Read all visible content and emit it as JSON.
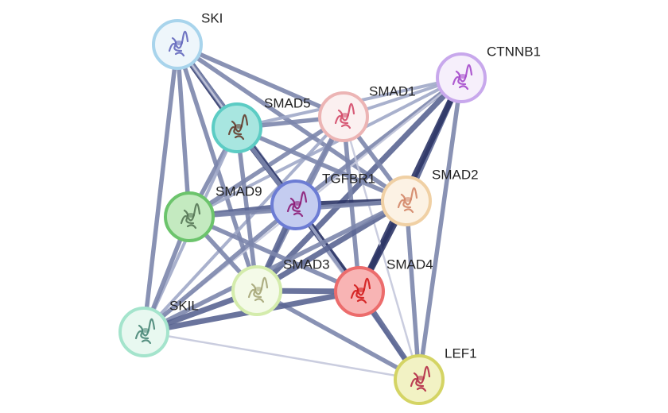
{
  "network": {
    "nodes": [
      {
        "id": "SKI",
        "label": "SKI",
        "ring": "#a8d4ec",
        "fill": "#eef6fb",
        "protein": "#5a5fb8"
      },
      {
        "id": "CTNNB1",
        "label": "CTNNB1",
        "ring": "#c8a8ec",
        "fill": "#f6effb",
        "protein": "#a040c8"
      },
      {
        "id": "SMAD1",
        "label": "SMAD1",
        "ring": "#ecb4b4",
        "fill": "#fbf0f0",
        "protein": "#d04060"
      },
      {
        "id": "SMAD5",
        "label": "SMAD5",
        "ring": "#5cccc4",
        "fill": "#a8e6e0",
        "protein": "#603020"
      },
      {
        "id": "TGFBR1",
        "label": "TGFBR1",
        "ring": "#6c7cd4",
        "fill": "#c4ccf0",
        "protein": "#8a1070"
      },
      {
        "id": "SMAD2",
        "label": "SMAD2",
        "ring": "#f0d0a4",
        "fill": "#fcf2e4",
        "protein": "#d08060"
      },
      {
        "id": "SMAD9",
        "label": "SMAD9",
        "ring": "#6cc46c",
        "fill": "#c4eac0",
        "protein": "#507050"
      },
      {
        "id": "SMAD3",
        "label": "SMAD3",
        "ring": "#d4ecac",
        "fill": "#f4fae8",
        "protein": "#a0a070"
      },
      {
        "id": "SMAD4",
        "label": "SMAD4",
        "ring": "#ec6c6c",
        "fill": "#f8b4b4",
        "protein": "#d01010"
      },
      {
        "id": "SKIL",
        "label": "SKIL",
        "ring": "#a4e4cc",
        "fill": "#e8f8f0",
        "protein": "#408070"
      },
      {
        "id": "LEF1",
        "label": "LEF1",
        "ring": "#d4d464",
        "fill": "#f2f2c4",
        "protein": "#b02040"
      }
    ],
    "edges": [
      [
        "SKI",
        "SMAD5",
        5
      ],
      [
        "SKI",
        "SMAD1",
        3
      ],
      [
        "SKI",
        "TGFBR1",
        4
      ],
      [
        "SKI",
        "SMAD2",
        3
      ],
      [
        "SKI",
        "SMAD9",
        3
      ],
      [
        "SKI",
        "SMAD3",
        3
      ],
      [
        "SKI",
        "SMAD4",
        3
      ],
      [
        "SKI",
        "SKIL",
        3
      ],
      [
        "SKI",
        "LEF1",
        1
      ],
      [
        "CTNNB1",
        "SMAD1",
        2
      ],
      [
        "CTNNB1",
        "SMAD5",
        2
      ],
      [
        "CTNNB1",
        "TGFBR1",
        3
      ],
      [
        "CTNNB1",
        "SMAD2",
        4
      ],
      [
        "CTNNB1",
        "SMAD3",
        4
      ],
      [
        "CTNNB1",
        "SMAD4",
        5
      ],
      [
        "CTNNB1",
        "LEF1",
        3
      ],
      [
        "CTNNB1",
        "SMAD9",
        2
      ],
      [
        "CTNNB1",
        "SKIL",
        1
      ],
      [
        "SMAD1",
        "SMAD5",
        3
      ],
      [
        "SMAD1",
        "TGFBR1",
        3
      ],
      [
        "SMAD1",
        "SMAD2",
        3
      ],
      [
        "SMAD1",
        "SMAD9",
        3
      ],
      [
        "SMAD1",
        "SMAD3",
        3
      ],
      [
        "SMAD1",
        "SMAD4",
        3
      ],
      [
        "SMAD1",
        "SKIL",
        2
      ],
      [
        "SMAD1",
        "LEF1",
        1
      ],
      [
        "SMAD5",
        "TGFBR1",
        5
      ],
      [
        "SMAD5",
        "SMAD2",
        3
      ],
      [
        "SMAD5",
        "SMAD9",
        3
      ],
      [
        "SMAD5",
        "SMAD3",
        3
      ],
      [
        "SMAD5",
        "SMAD4",
        3
      ],
      [
        "SMAD5",
        "SKIL",
        2
      ],
      [
        "TGFBR1",
        "SMAD2",
        5
      ],
      [
        "TGFBR1",
        "SMAD9",
        4
      ],
      [
        "TGFBR1",
        "SMAD3",
        4
      ],
      [
        "TGFBR1",
        "SMAD4",
        5
      ],
      [
        "TGFBR1",
        "SKIL",
        3
      ],
      [
        "TGFBR1",
        "LEF1",
        2
      ],
      [
        "SMAD2",
        "SMAD9",
        3
      ],
      [
        "SMAD2",
        "SMAD3",
        4
      ],
      [
        "SMAD2",
        "SMAD4",
        5
      ],
      [
        "SMAD2",
        "LEF1",
        3
      ],
      [
        "SMAD2",
        "SKIL",
        3
      ],
      [
        "SMAD9",
        "SMAD3",
        3
      ],
      [
        "SMAD9",
        "SMAD4",
        3
      ],
      [
        "SMAD9",
        "SKIL",
        3
      ],
      [
        "SMAD3",
        "SMAD4",
        4
      ],
      [
        "SMAD3",
        "SKIL",
        4
      ],
      [
        "SMAD3",
        "LEF1",
        3
      ],
      [
        "SMAD4",
        "SKIL",
        4
      ],
      [
        "SMAD4",
        "LEF1",
        4
      ],
      [
        "SKIL",
        "LEF1",
        1
      ]
    ]
  }
}
